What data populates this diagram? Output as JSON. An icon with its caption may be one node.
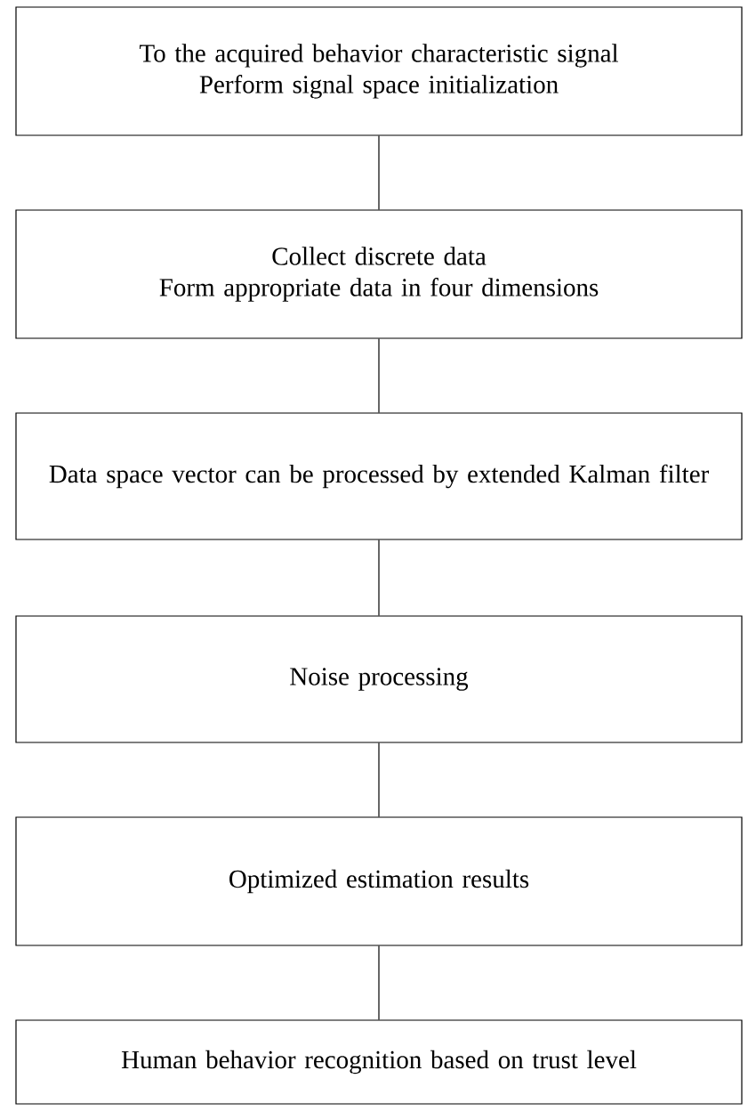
{
  "diagram": {
    "nodes": [
      {
        "text": [
          "To the acquired behavior characteristic signal",
          "Perform signal space initialization"
        ]
      },
      {
        "text": [
          "Collect discrete data",
          "Form appropriate data in four dimensions"
        ]
      },
      {
        "text": [
          "Data space vector can be processed by extended Kalman filter"
        ]
      },
      {
        "text": [
          "Noise processing"
        ]
      },
      {
        "text": [
          "Optimized estimation results"
        ]
      },
      {
        "text": [
          "Human behavior recognition based on trust level"
        ]
      }
    ],
    "edges": [
      {
        "from": 0,
        "to": 1,
        "arrow": "none"
      },
      {
        "from": 1,
        "to": 2,
        "arrow": "none"
      },
      {
        "from": 2,
        "to": 3,
        "arrow": "none"
      },
      {
        "from": 3,
        "to": 4,
        "arrow": "none"
      },
      {
        "from": 4,
        "to": 5,
        "arrow": "none"
      }
    ]
  }
}
